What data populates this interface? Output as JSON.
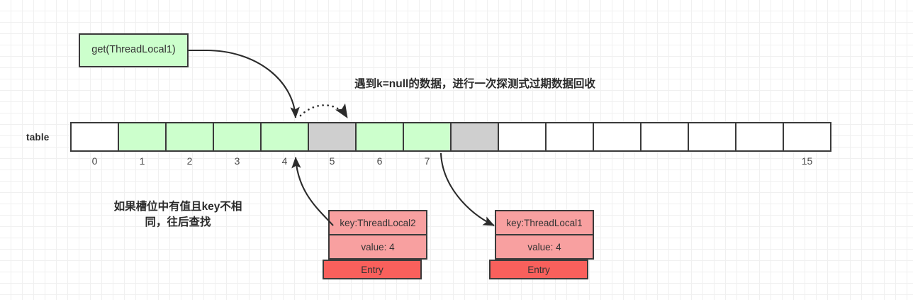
{
  "diagram": {
    "title": "ThreadLocalMap get() probing diagram",
    "table": {
      "label": "table",
      "slot_count": 16,
      "indices": [
        "0",
        "1",
        "2",
        "3",
        "4",
        "5",
        "6",
        "7",
        "8",
        "9",
        "10",
        "11",
        "12",
        "13",
        "14",
        "15"
      ],
      "visible_index_labels": [
        "0",
        "1",
        "2",
        "3",
        "4",
        "5",
        "6",
        "7",
        "15"
      ],
      "cells": [
        {
          "index": "0",
          "state": "empty",
          "color": "#ffffff"
        },
        {
          "index": "1",
          "state": "live",
          "color": "#ccffcc"
        },
        {
          "index": "2",
          "state": "live",
          "color": "#ccffcc"
        },
        {
          "index": "3",
          "state": "live",
          "color": "#ccffcc"
        },
        {
          "index": "4",
          "state": "live",
          "color": "#ccffcc"
        },
        {
          "index": "5",
          "state": "stale",
          "color": "#cfcfcf"
        },
        {
          "index": "6",
          "state": "live",
          "color": "#ccffcc"
        },
        {
          "index": "7",
          "state": "live",
          "color": "#ccffcc"
        },
        {
          "index": "8",
          "state": "stale",
          "color": "#cfcfcf"
        },
        {
          "index": "9",
          "state": "empty",
          "color": "#ffffff"
        },
        {
          "index": "10",
          "state": "empty",
          "color": "#ffffff"
        },
        {
          "index": "11",
          "state": "empty",
          "color": "#ffffff"
        },
        {
          "index": "12",
          "state": "empty",
          "color": "#ffffff"
        },
        {
          "index": "13",
          "state": "empty",
          "color": "#ffffff"
        },
        {
          "index": "14",
          "state": "empty",
          "color": "#ffffff"
        },
        {
          "index": "15",
          "state": "empty",
          "color": "#ffffff"
        }
      ]
    },
    "call_box": {
      "label": "get(ThreadLocal1)",
      "color": "#ccffcc"
    },
    "annotations": [
      {
        "id": "stale-entry-note",
        "text": "遇到k=null的数据，进行一次探测式过期数据回收"
      },
      {
        "id": "probe-forward-note",
        "line1": "如果槽位中有值且key不相",
        "line2": "同，往后查找"
      }
    ],
    "entries": [
      {
        "id": "entry-slot-4",
        "key": "key:ThreadLocal2",
        "value": "value: 4",
        "tag": "Entry",
        "key_color": "#f8a0a0",
        "tag_color": "#f9605c",
        "points_to_index": "4"
      },
      {
        "id": "entry-slot-7",
        "key": "key:ThreadLocal1",
        "value": "value: 4",
        "tag": "Entry",
        "key_color": "#f8a0a0",
        "tag_color": "#f9605c",
        "points_to_index": "7"
      }
    ],
    "arrows": [
      {
        "id": "get-to-slot-4",
        "style": "solid",
        "from": "get(ThreadLocal1)",
        "to": "slot 4"
      },
      {
        "id": "slot-4-to-slot-5",
        "style": "dotted",
        "from": "slot 4",
        "to": "slot 5"
      },
      {
        "id": "entry2-to-slot-4",
        "style": "solid",
        "from": "key:ThreadLocal2 entry",
        "to": "slot 4"
      },
      {
        "id": "slot-7-to-entry1",
        "style": "solid",
        "from": "slot 7",
        "to": "key:ThreadLocal1 entry"
      }
    ]
  }
}
